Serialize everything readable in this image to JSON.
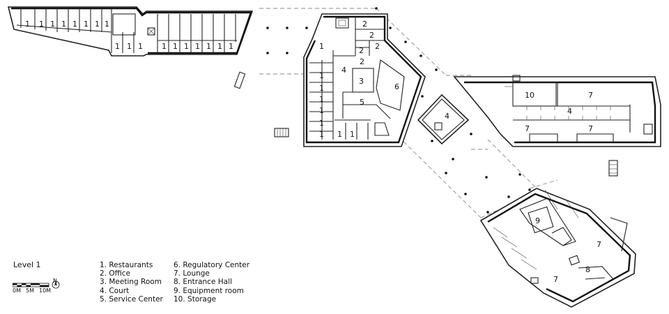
{
  "level_title": "Level 1",
  "scale": {
    "labels": [
      "0M",
      "5M",
      "10M"
    ],
    "north": "N"
  },
  "legend": {
    "col1": [
      "1.  Restaurants",
      "2.  Office",
      "3.  Meeting Room",
      "4.  Court",
      "5.  Service Center"
    ],
    "col2": [
      "6.  Regulatory Center",
      "7.  Lounge",
      "8.  Entrance Hall",
      "9.  Equipment room",
      "10. Storage"
    ]
  },
  "room_labels": {
    "top_left_row1": [
      "1",
      "1",
      "1",
      "1",
      "1",
      "1",
      "1",
      "1"
    ],
    "top_left_row2": [
      "1",
      "1",
      "1",
      "1",
      "1",
      "1",
      "1",
      "1",
      "1",
      "1"
    ],
    "office": [
      "2",
      "2",
      "2",
      "2",
      "2"
    ],
    "center_left_column": [
      "1",
      "1",
      "1",
      "1",
      "1",
      "1",
      "1"
    ],
    "center_bottom_restaurants": [
      "1",
      "1"
    ],
    "court_center": "4",
    "meeting_room": "3",
    "service_center": "5",
    "regulatory_center": "6",
    "court_middle": "4",
    "storage": "10",
    "lounge_right": [
      "7",
      "7",
      "7"
    ],
    "court_right": "4",
    "equipment_room": "9",
    "lounge_bottom": [
      "7",
      "7"
    ],
    "entrance_hall": "8"
  }
}
